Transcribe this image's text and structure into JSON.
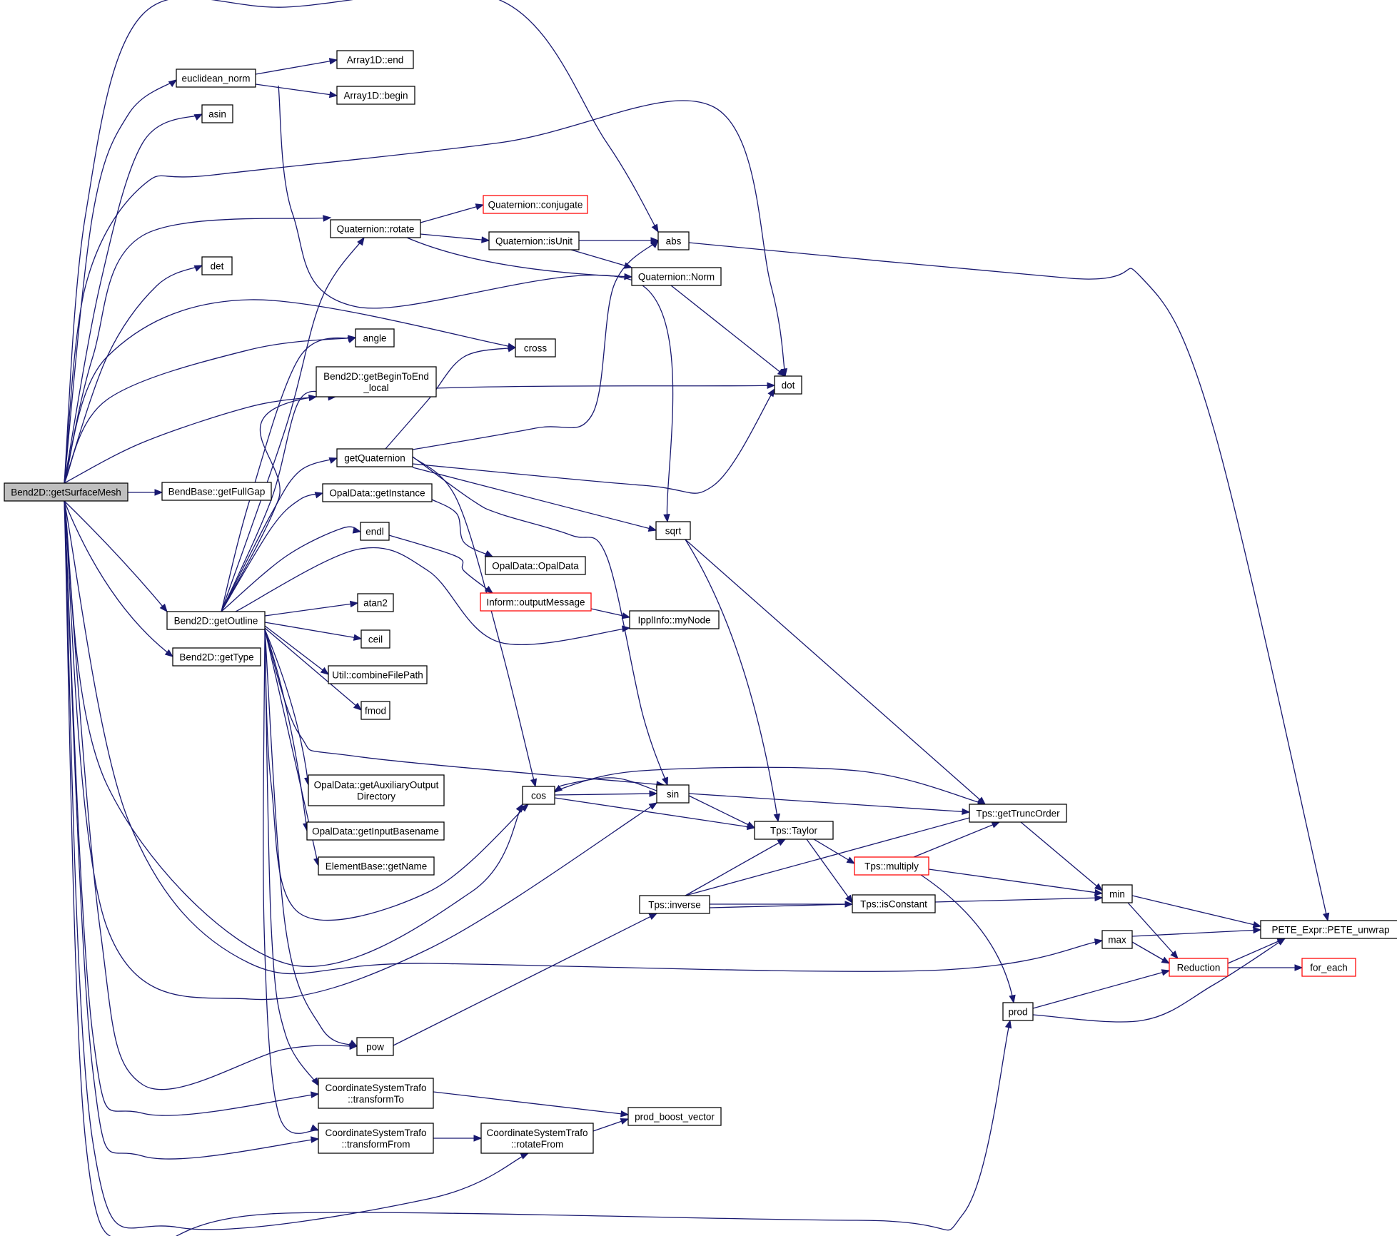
{
  "colors": {
    "edge": "#191970",
    "node_border": "#000000",
    "truncated_border": "#ff0000",
    "root_fill": "#bfbfbf",
    "node_fill": "#ffffff"
  },
  "nodes": [
    {
      "id": "root",
      "lines": [
        "Bend2D::getSurfaceMesh"
      ],
      "kind": "root"
    },
    {
      "id": "euclid",
      "lines": [
        "euclidean_norm"
      ]
    },
    {
      "id": "a1end",
      "lines": [
        "Array1D::end"
      ]
    },
    {
      "id": "a1begin",
      "lines": [
        "Array1D::begin"
      ]
    },
    {
      "id": "asin",
      "lines": [
        "asin"
      ]
    },
    {
      "id": "qconj",
      "lines": [
        "Quaternion::conjugate"
      ],
      "kind": "truncated"
    },
    {
      "id": "qrot",
      "lines": [
        "Quaternion::rotate"
      ]
    },
    {
      "id": "qisunit",
      "lines": [
        "Quaternion::isUnit"
      ]
    },
    {
      "id": "abs",
      "lines": [
        "abs"
      ]
    },
    {
      "id": "det",
      "lines": [
        "det"
      ]
    },
    {
      "id": "qnorm",
      "lines": [
        "Quaternion::Norm"
      ]
    },
    {
      "id": "angle",
      "lines": [
        "angle"
      ]
    },
    {
      "id": "cross",
      "lines": [
        "cross"
      ]
    },
    {
      "id": "bte",
      "lines": [
        "Bend2D::getBeginToEnd",
        "_local"
      ]
    },
    {
      "id": "dot",
      "lines": [
        "dot"
      ]
    },
    {
      "id": "getq",
      "lines": [
        "getQuaternion"
      ]
    },
    {
      "id": "fullgap",
      "lines": [
        "BendBase::getFullGap"
      ]
    },
    {
      "id": "opalinst",
      "lines": [
        "OpalData::getInstance"
      ]
    },
    {
      "id": "sqrt",
      "lines": [
        "sqrt"
      ]
    },
    {
      "id": "endl",
      "lines": [
        "endl"
      ]
    },
    {
      "id": "opaldata",
      "lines": [
        "OpalData::OpalData"
      ]
    },
    {
      "id": "inform",
      "lines": [
        "Inform::outputMessage"
      ],
      "kind": "truncated"
    },
    {
      "id": "outline",
      "lines": [
        "Bend2D::getOutline"
      ]
    },
    {
      "id": "atan2",
      "lines": [
        "atan2"
      ]
    },
    {
      "id": "ippl",
      "lines": [
        "IpplInfo::myNode"
      ]
    },
    {
      "id": "ceil",
      "lines": [
        "ceil"
      ]
    },
    {
      "id": "gettype",
      "lines": [
        "Bend2D::getType"
      ]
    },
    {
      "id": "combine",
      "lines": [
        "Util::combineFilePath"
      ]
    },
    {
      "id": "fmod",
      "lines": [
        "fmod"
      ]
    },
    {
      "id": "auxout",
      "lines": [
        "OpalData::getAuxiliaryOutput",
        "Directory"
      ]
    },
    {
      "id": "cos",
      "lines": [
        "cos"
      ]
    },
    {
      "id": "sin",
      "lines": [
        "sin"
      ]
    },
    {
      "id": "trunc",
      "lines": [
        "Tps::getTruncOrder"
      ]
    },
    {
      "id": "inbase",
      "lines": [
        "OpalData::getInputBasename"
      ]
    },
    {
      "id": "taylor",
      "lines": [
        "Tps::Taylor"
      ]
    },
    {
      "id": "getname",
      "lines": [
        "ElementBase::getName"
      ]
    },
    {
      "id": "multiply",
      "lines": [
        "Tps::multiply"
      ],
      "kind": "truncated"
    },
    {
      "id": "min",
      "lines": [
        "min"
      ]
    },
    {
      "id": "inverse",
      "lines": [
        "Tps::inverse"
      ]
    },
    {
      "id": "isconst",
      "lines": [
        "Tps::isConstant"
      ]
    },
    {
      "id": "pete",
      "lines": [
        "PETE_Expr::PETE_unwrap"
      ]
    },
    {
      "id": "max",
      "lines": [
        "max"
      ]
    },
    {
      "id": "reduction",
      "lines": [
        "Reduction"
      ],
      "kind": "truncated"
    },
    {
      "id": "foreach",
      "lines": [
        "for_each"
      ],
      "kind": "truncated"
    },
    {
      "id": "prod",
      "lines": [
        "prod"
      ]
    },
    {
      "id": "pow",
      "lines": [
        "pow"
      ]
    },
    {
      "id": "cstto",
      "lines": [
        "CoordinateSystemTrafo",
        "::transformTo"
      ]
    },
    {
      "id": "pbv",
      "lines": [
        "prod_boost_vector"
      ]
    },
    {
      "id": "cstfrom",
      "lines": [
        "CoordinateSystemTrafo",
        "::transformFrom"
      ]
    },
    {
      "id": "cstrot",
      "lines": [
        "CoordinateSystemTrafo",
        "::rotateFrom"
      ]
    }
  ]
}
